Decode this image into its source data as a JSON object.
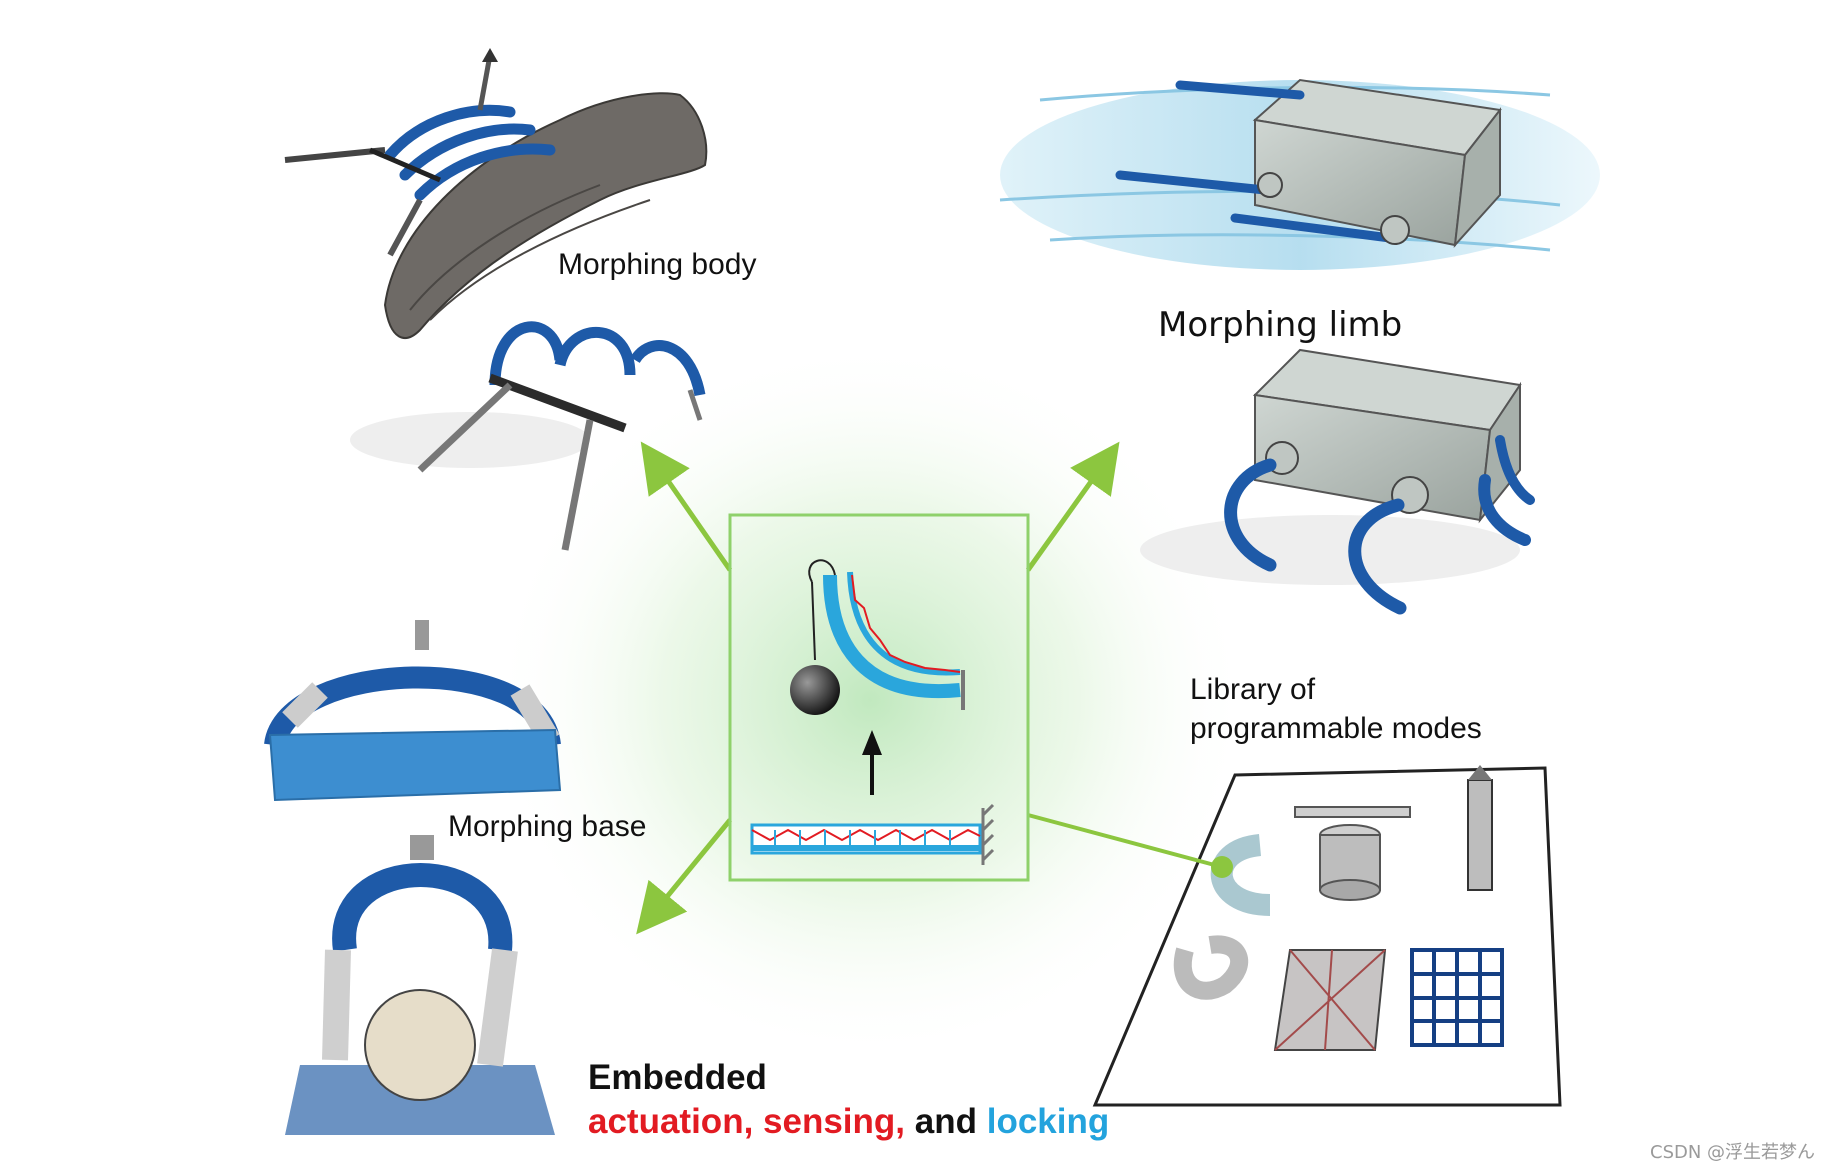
{
  "labels": {
    "morphing_body": "Morphing body",
    "morphing_limb": "Morphing limb",
    "morphing_base": "Morphing base",
    "library_line1": "Library of",
    "library_line2": "programmable modes",
    "embedded": "Embedded",
    "actuation": "actuation,",
    "sensing": "sensing,",
    "and": "and",
    "locking": "locking"
  },
  "watermark": "CSDN @浮生若梦ん",
  "colors": {
    "arrow_green": "#8cc63f",
    "frame_green": "#8fd16b",
    "beam_blue": "#1e5aa8",
    "layer_cyan": "#2aa6dc",
    "actuation_red": "#e21b22",
    "locking_blue": "#23a3dd"
  },
  "icons": [
    "pendulum-icon",
    "up-arrow-icon",
    "wall-mount-icon"
  ]
}
